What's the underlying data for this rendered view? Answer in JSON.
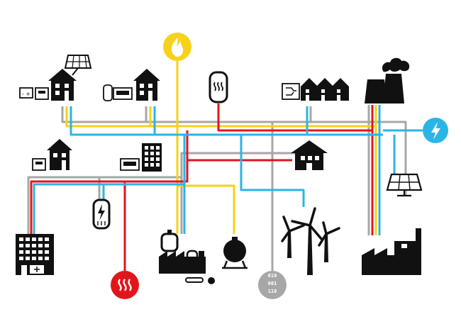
{
  "colors": {
    "gas": "#f6d21a",
    "electricity": "#2bb5e6",
    "heat": "#e1161c",
    "data": "#a7a7a7",
    "icon": "#111111",
    "background": "#ffffff"
  },
  "data_hub": {
    "lines": [
      "010",
      "001",
      "110"
    ]
  }
}
